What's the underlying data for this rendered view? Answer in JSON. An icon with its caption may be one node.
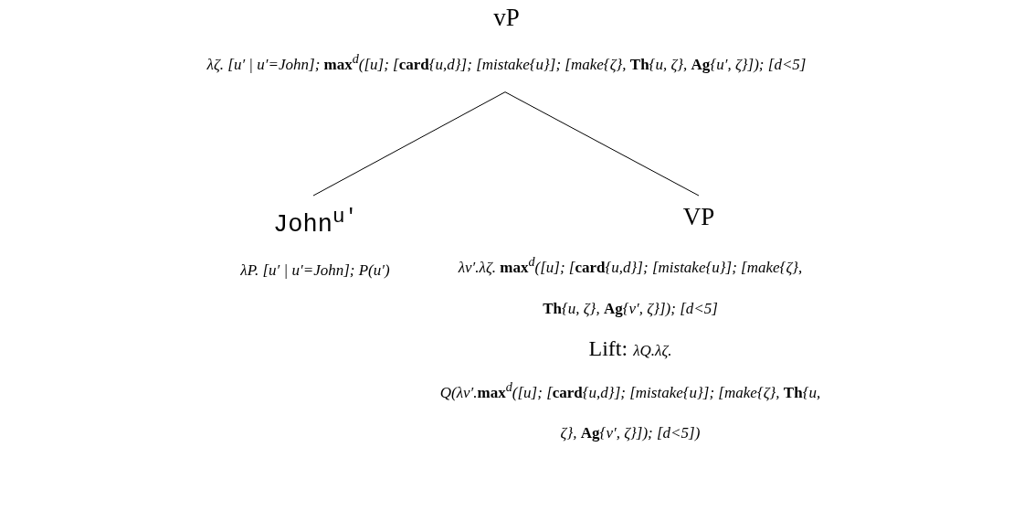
{
  "diagram": {
    "nodes": [
      {
        "text": [
          "vP",
          "λζ. [u′ | u′=*John*]; **max**$^{d}$([u]; [**card**{u,d}]; [*mistake*{u}]; [*make*{ζ}, **Th**{u, ζ}, **Ag**{u′, ζ}]); [d<5]"
        ]
      },
      {
        "text": [
          "John$^{u′}$",
          "λP. [u′ | u′=*John*]; P(u′)"
        ]
      },
      {
        "text": [
          "VP",
          "λv′.λζ. **max**$^{d}$([u]; [**card**{u,d}]; [*mistake*{u}]; [*make*{ζ}, **Th**{u, ζ}, **Ag**{v′, ζ}]); [d<5]",
          "Lift: *λQ.λζ.*",
          "Q(λv′.**max**$^{d}$([u]; [**card**{u,d}]; [*mistake*{u}]; [*make*{ζ}, **Th**{u, ζ}, **Ag**{v′, ζ}]); [d<5])"
        ]
      }
    ],
    "edges": [
      {
        "from": 0,
        "to": 1,
        "arrow": "none"
      },
      {
        "from": 0,
        "to": 2,
        "arrow": "none"
      }
    ]
  }
}
